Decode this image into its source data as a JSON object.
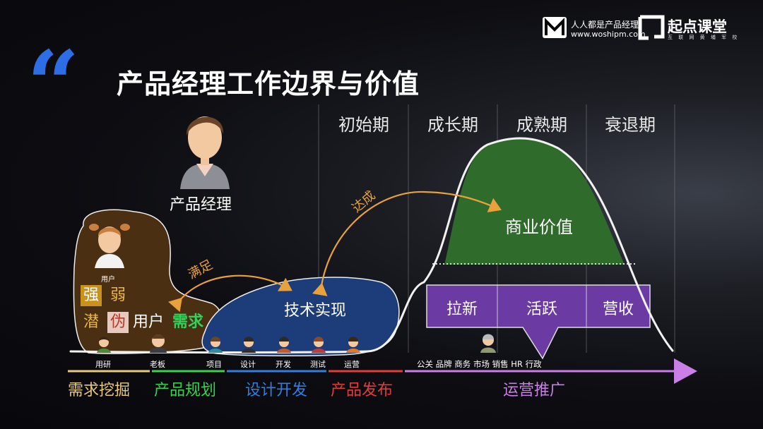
{
  "brand": {
    "logo_letter": "M",
    "line1": "人人都是产品经理",
    "line2": "www.woshipm.com",
    "partner_name": "起点课堂",
    "partner_sub": "互 联 网 黄 埔 军 校"
  },
  "title": "产品经理工作边界与价值",
  "pm_label": "产品经理",
  "stages": [
    "初始期",
    "成长期",
    "成熟期",
    "衰退期"
  ],
  "user_box": {
    "user_label": "用户",
    "chars": [
      "强",
      "弱",
      "潜",
      "伪"
    ],
    "user_text": "用户",
    "need_text": "需求"
  },
  "arrows": {
    "satisfy": "满足",
    "achieve": "达成"
  },
  "tech_label": "技术实现",
  "commercial_value": "商业价值",
  "ops_items": [
    "拉新",
    "活跃",
    "营收"
  ],
  "left_roles": [
    "用研",
    "老板",
    "项目",
    "设计",
    "开发",
    "测试",
    "运营"
  ],
  "right_roles": "公关 品牌 商务 市场 销售 HR 行政",
  "phases": [
    {
      "label": "需求挖掘",
      "color": "#e8c87a"
    },
    {
      "label": "产品规划",
      "color": "#37d34a"
    },
    {
      "label": "设计开发",
      "color": "#2f7fe0"
    },
    {
      "label": "产品发布",
      "color": "#e43c3c"
    },
    {
      "label": "运营推广",
      "color": "#c97fe6"
    }
  ]
}
